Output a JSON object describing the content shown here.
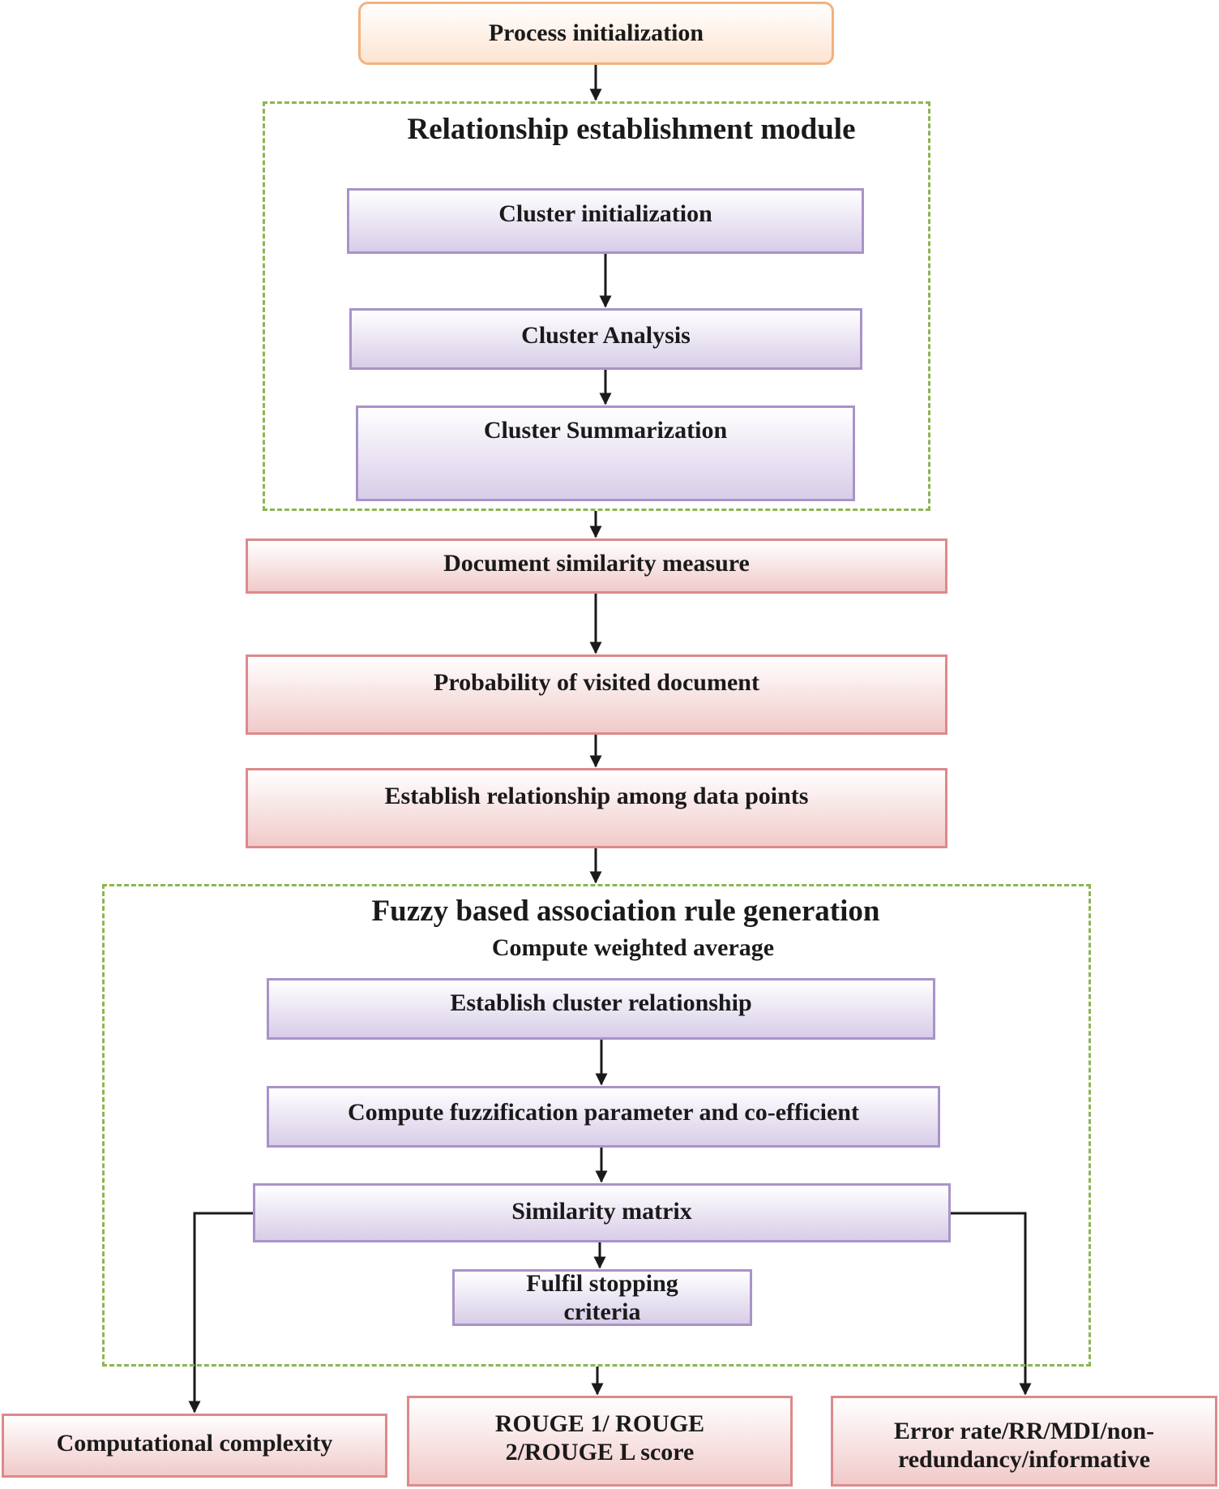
{
  "process_init": "Process initialization",
  "module1": {
    "title": "Relationship establishment module",
    "cluster_init": "Cluster initialization",
    "cluster_analysis": "Cluster Analysis",
    "cluster_summarization": "Cluster Summarization"
  },
  "steps": {
    "doc_similarity": "Document similarity measure",
    "probability": "Probability of visited document",
    "establish_relationship": "Establish relationship among data points"
  },
  "module2": {
    "title": "Fuzzy based association rule generation",
    "subtitle": "Compute weighted average",
    "establish_cluster": "Establish cluster relationship",
    "fuzzification": "Compute fuzzification parameter and co-efficient",
    "similarity_matrix": "Similarity matrix",
    "stopping_line1": "Fulfil stopping",
    "stopping_line2": "criteria"
  },
  "outputs": {
    "complexity": "Computational complexity",
    "rouge_line1": "ROUGE 1/ ROUGE",
    "rouge_line2": "2/ROUGE L score",
    "error_line1": "Error rate/RR/MDI/non-",
    "error_line2": "redundancy/informative"
  },
  "colors": {
    "orange_border": "#f3b27e",
    "purple_border": "#a993c9",
    "red_border": "#dc8a8a",
    "dashed_border": "#8db552",
    "arrow": "#1a1a1a"
  }
}
